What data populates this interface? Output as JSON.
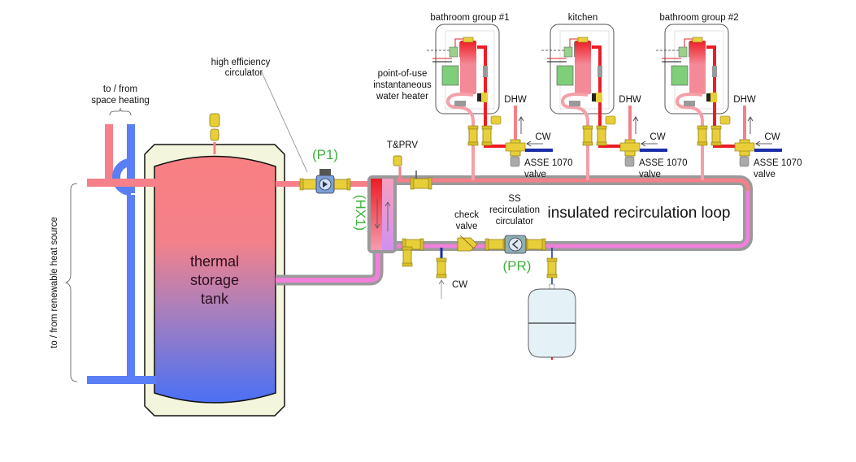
{
  "diagram": {
    "labels": {
      "space_heating": [
        "to / from",
        "space heating"
      ],
      "renewable": "to / from renewable heat source",
      "tank": [
        "thermal",
        "storage",
        "tank"
      ],
      "circulator": [
        "high efficiency",
        "circulator"
      ],
      "p1": "(P1)",
      "tprv": "T&PRV",
      "hx1": "(HX1)",
      "heater": [
        "point-of-use",
        "instantaneous",
        "water heater"
      ],
      "check_valve": [
        "check",
        "valve"
      ],
      "ss_circ": [
        "SS",
        "recirculation",
        "circulator"
      ],
      "pr": "(PR)",
      "loop": "insulated recirculation loop",
      "cw_bottom": "CW"
    },
    "fixtures": [
      {
        "title": "bathroom group #1",
        "dhw": "DHW",
        "cw": "CW",
        "valve": [
          "ASSE 1070",
          "valve"
        ]
      },
      {
        "title": "kitchen",
        "dhw": "DHW",
        "cw": "CW",
        "valve": [
          "ASSE 1070",
          "valve"
        ]
      },
      {
        "title": "bathroom group #2",
        "dhw": "DHW",
        "cw": "CW",
        "valve": [
          "ASSE 1070",
          "valve"
        ]
      }
    ],
    "colors": {
      "hot": "#f5808a",
      "cold": "#5a7ef5",
      "return": "#f27fd9",
      "heater_red": "#ee1c24",
      "insulation": "#9a9a9a",
      "brass": "#e8cf3a",
      "label_green": "#3fb13f"
    }
  }
}
